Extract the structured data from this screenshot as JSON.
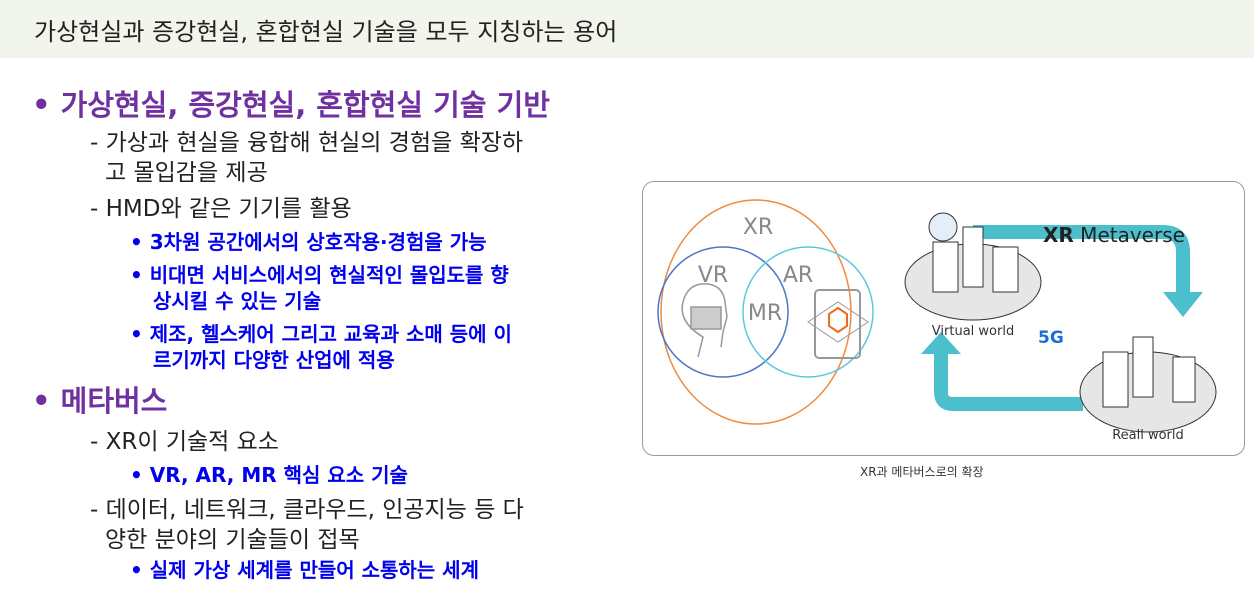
{
  "header": {
    "title": "가상현실과 증강현실, 혼합현실 기술을 모두 지칭하는 용어"
  },
  "bullets": [
    {
      "text": "가상현실, 증강현실, 혼합현실 기술 기반",
      "subs": [
        {
          "lines": [
            "- 가상과 현실을 융합해 현실의 경험을 확장하",
            "고 몰입감을 제공"
          ]
        },
        {
          "lines": [
            "- HMD와 같은 기기를 활용"
          ],
          "items": [
            [
              "3차원 공간에서의 상호작용·경험을 가능"
            ],
            [
              "비대면 서비스에서의 현실적인 몰입도를 향",
              "상시킬 수 있는 기술"
            ],
            [
              "제조, 헬스케어 그리고 교육과 소매 등에 이",
              "르기까지 다양한 산업에 적용"
            ]
          ]
        }
      ]
    },
    {
      "text": "메타버스",
      "subs": [
        {
          "lines": [
            "- XR이 기술적 요소"
          ],
          "items": [
            [
              "VR, AR, MR 핵심 요소 기술"
            ]
          ]
        },
        {
          "lines": [
            "- 데이터, 네트워크, 클라우드, 인공지능 등 다",
            "양한 분야의 기술들이 접목"
          ],
          "items": [
            [
              "실제 가상 세계를 만들어 소통하는 세계"
            ]
          ]
        }
      ]
    }
  ],
  "diagram": {
    "xr": "XR",
    "vr": "VR",
    "ar": "AR",
    "mr": "MR",
    "title_bold": "XR",
    "title_rest": " Metaverse",
    "virtual": "Virtual world",
    "real": "Reall world",
    "fiveg": "5G",
    "caption": "XR과 메타버스로의 확장"
  },
  "colors": {
    "purple": "#7030a0",
    "blue": "#0000ee",
    "teal": "#4bbfcc",
    "orange": "#f08a3c"
  }
}
